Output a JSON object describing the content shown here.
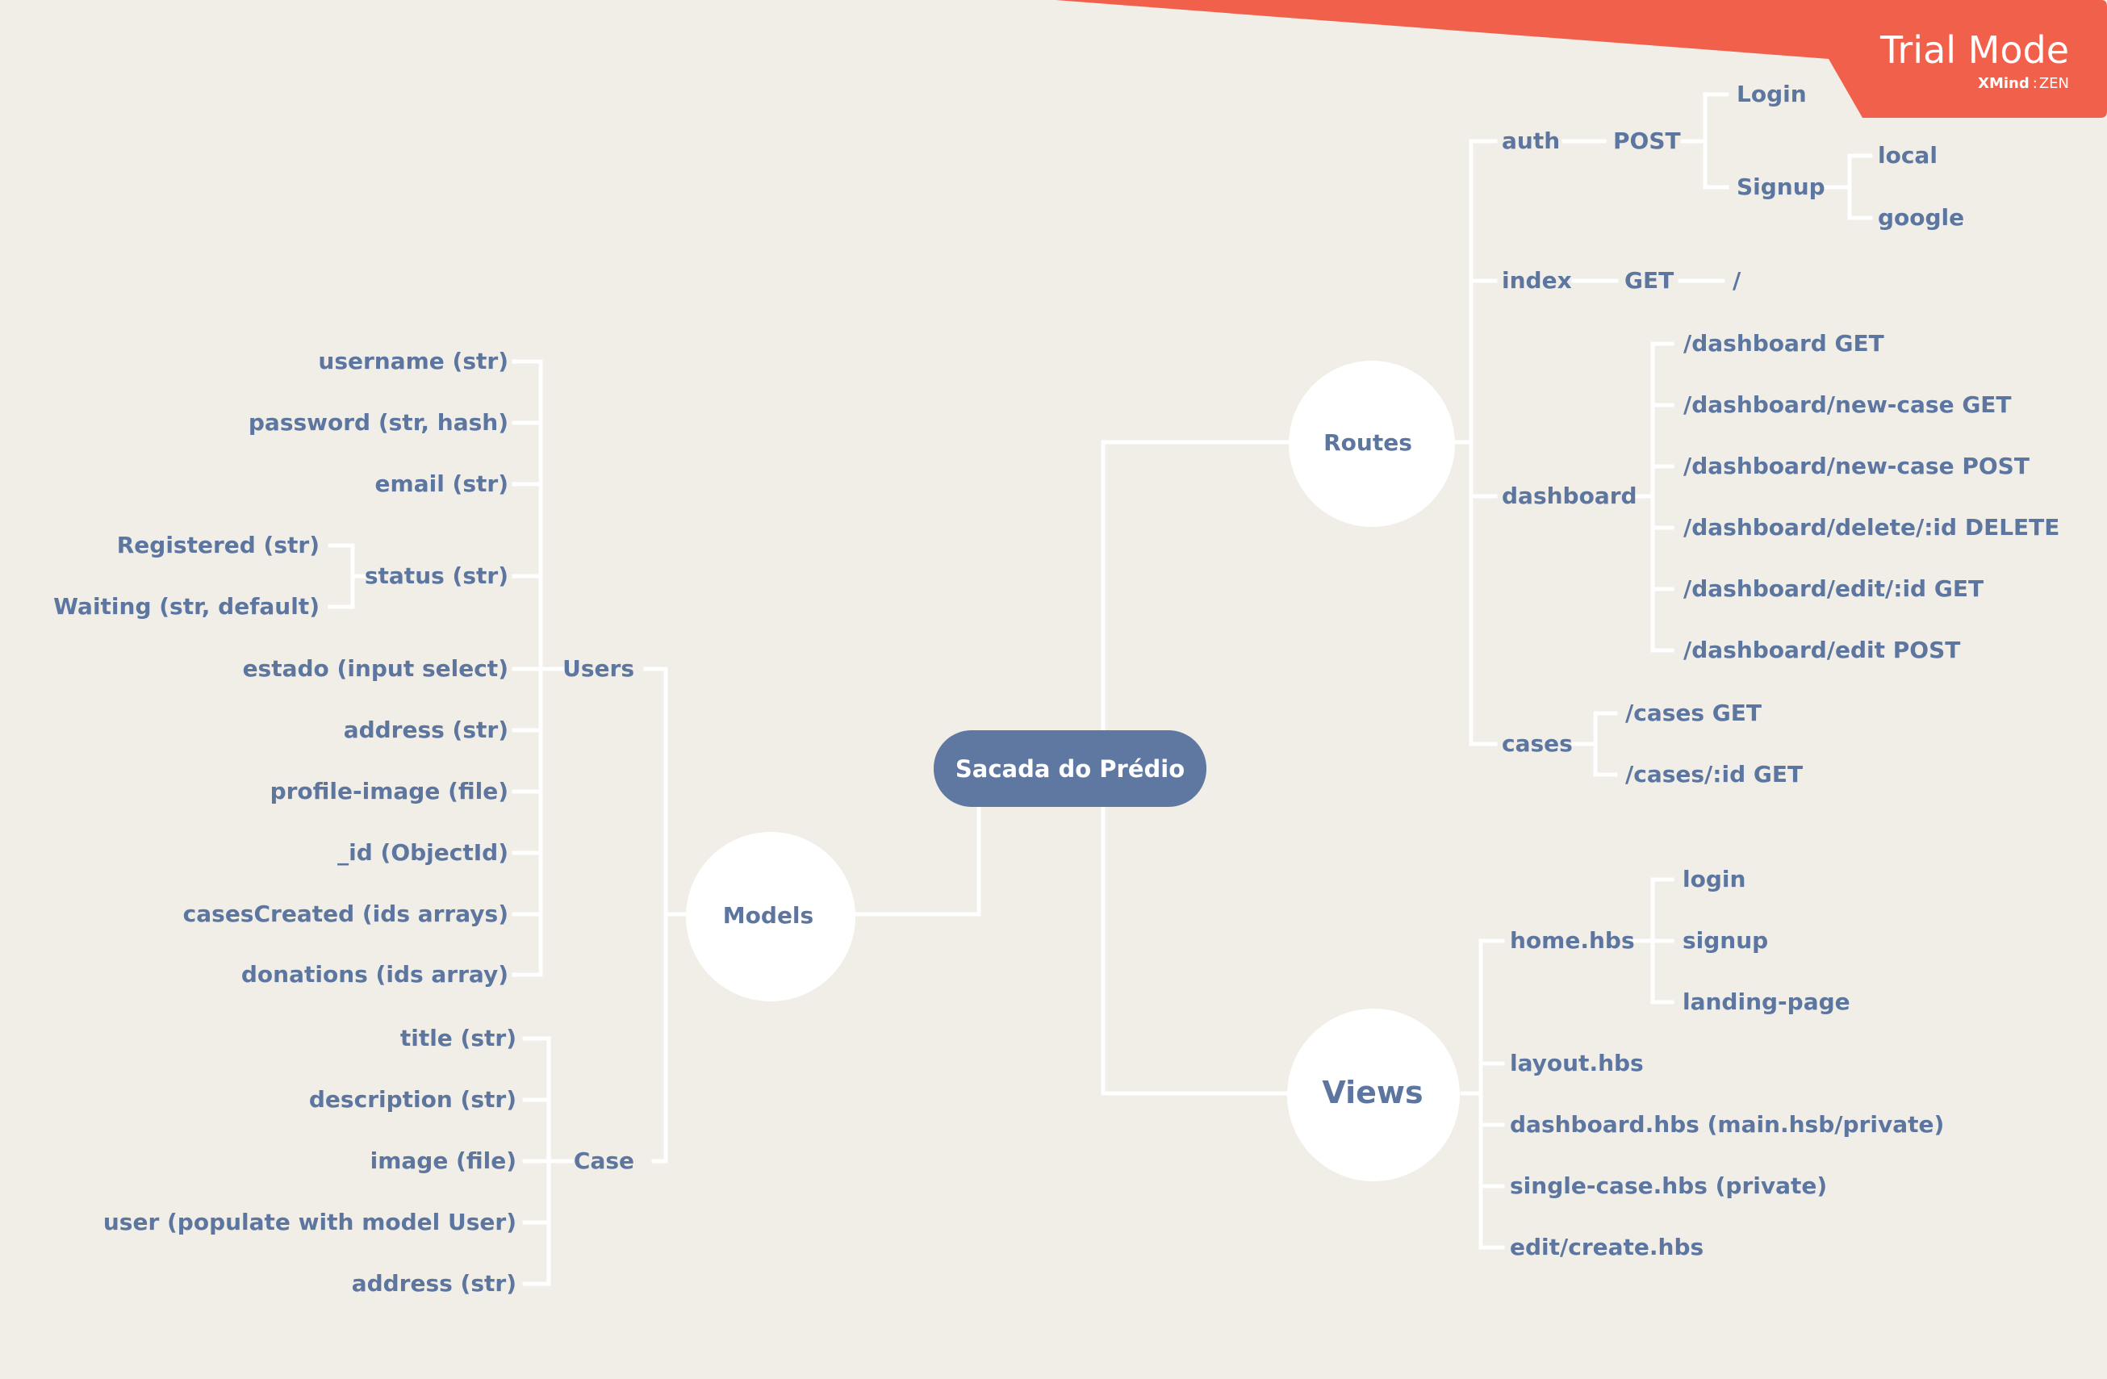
{
  "central": {
    "label": "Sacada do Prédio"
  },
  "badge": {
    "title": "Trial Mode",
    "brand": "XMind",
    "edition": "ZEN"
  },
  "routes": {
    "label": "Routes",
    "auth": {
      "label": "auth",
      "method": "POST",
      "login": "Login",
      "signup": "Signup",
      "local": "local",
      "google": "google"
    },
    "index": {
      "label": "index",
      "method": "GET",
      "path": "/"
    },
    "dashboard": {
      "label": "dashboard",
      "items": [
        "/dashboard GET",
        "/dashboard/new-case GET",
        "/dashboard/new-case POST",
        "/dashboard/delete/:id DELETE",
        "/dashboard/edit/:id GET",
        "/dashboard/edit POST"
      ]
    },
    "cases": {
      "label": "cases",
      "items": [
        "/cases GET",
        "/cases/:id GET"
      ]
    }
  },
  "views": {
    "label": "Views",
    "home": {
      "label": "home.hbs",
      "items": [
        "login",
        "signup",
        "landing-page"
      ]
    },
    "others": [
      "layout.hbs",
      "dashboard.hbs (main.hsb/private)",
      "single-case.hbs (private)",
      "edit/create.hbs"
    ]
  },
  "models": {
    "label": "Models",
    "users": {
      "label": "Users",
      "fields": [
        "username (str)",
        "password (str, hash)",
        "email (str)",
        "status (str)",
        "estado (input select)",
        "address (str)",
        "profile-image (file)",
        "_id (ObjectId)",
        "casesCreated (ids arrays)",
        "donations (ids array)"
      ],
      "status_options": [
        "Registered (str)",
        "Waiting (str, default)"
      ]
    },
    "case": {
      "label": "Case",
      "fields": [
        "title (str)",
        "description (str)",
        "image (file)",
        "user (populate with model User)",
        "address (str)"
      ]
    }
  },
  "colors": {
    "background": "#f1ede7",
    "text": "#5c76a0",
    "central": "#5e78a2",
    "lines": "#ffffff",
    "badge": "#f1604a"
  }
}
